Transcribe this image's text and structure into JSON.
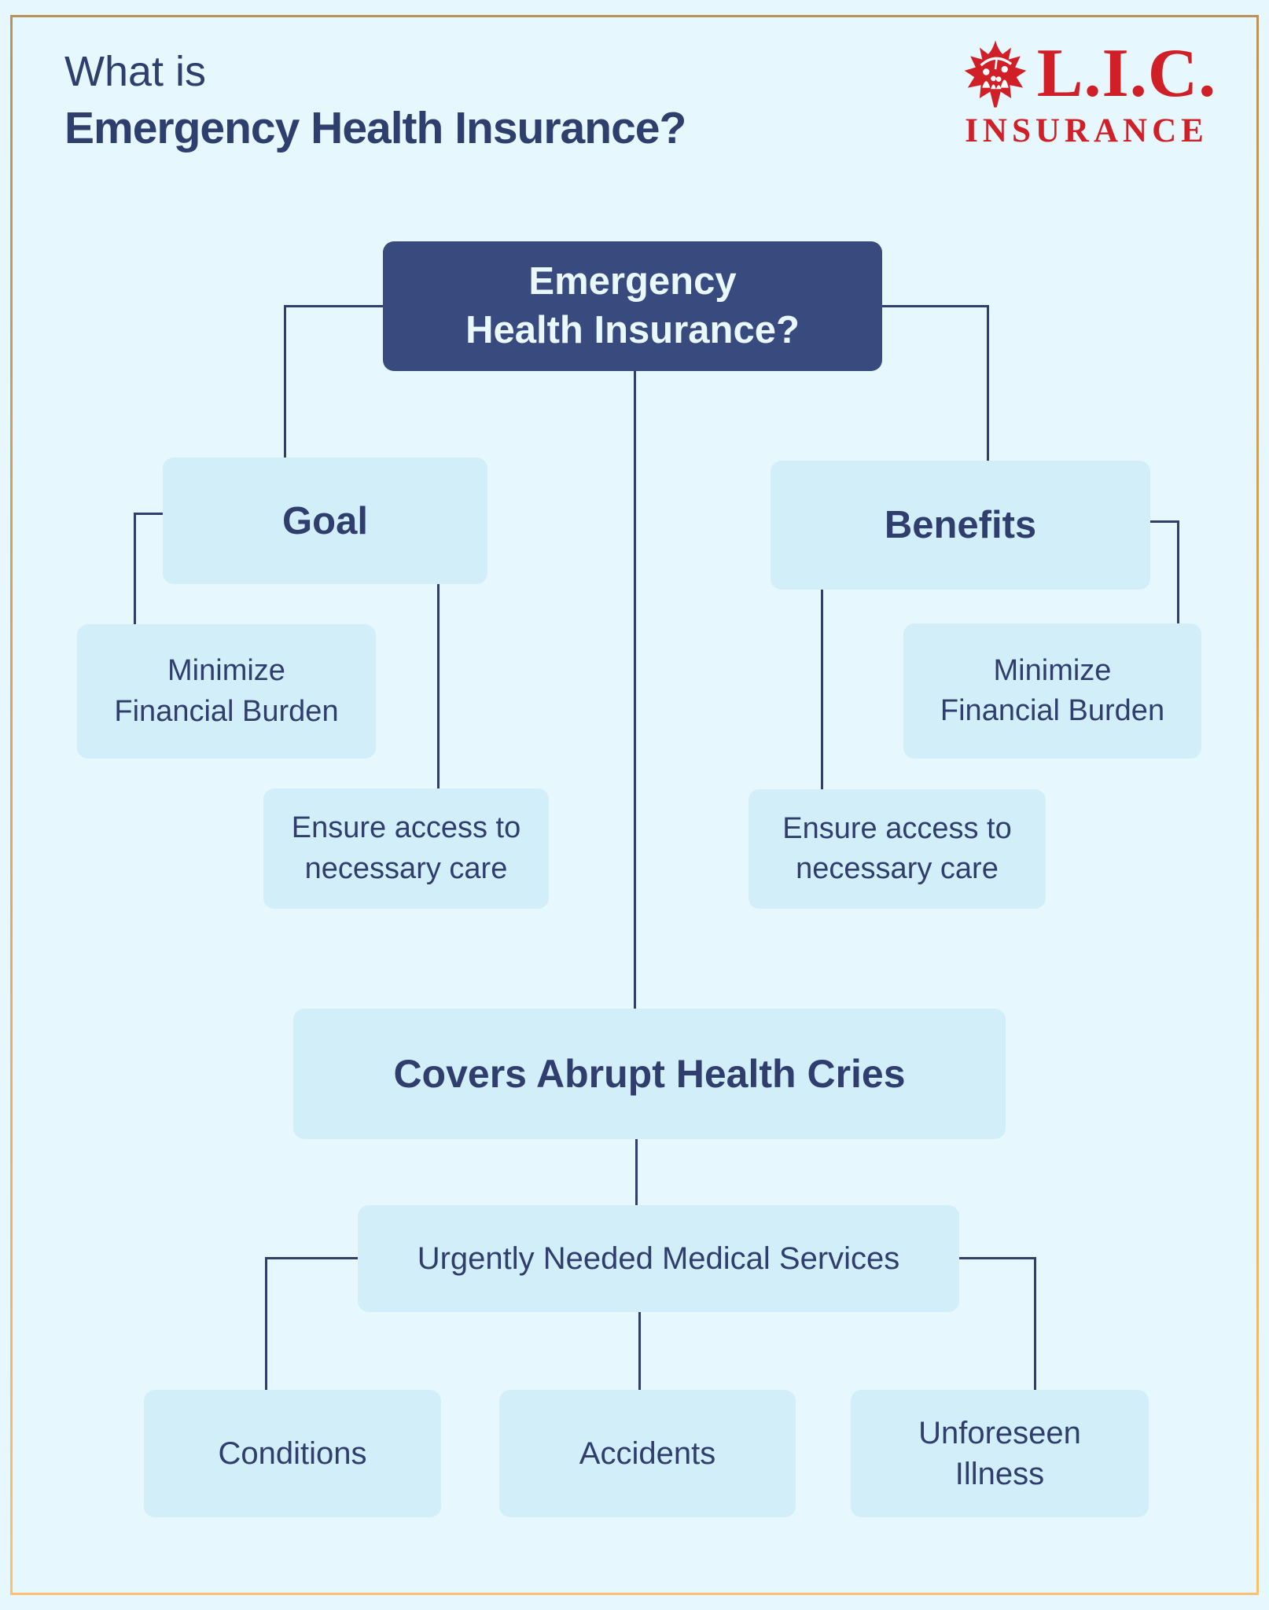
{
  "header": {
    "title_line1": "What is",
    "title_line2": "Emergency Health Insurance?"
  },
  "logo": {
    "acronym": "L.I.C.",
    "word": "INSURANCE",
    "icon": "maple-leaf-family-icon",
    "color": "#d01f27"
  },
  "colors": {
    "background": "#e6f7fd",
    "node_light": "#d2eef9",
    "node_dark": "#394b7e",
    "text_navy": "#2f3e6d",
    "connector": "#2f3e6d",
    "frame_gold_top": "#bb9356",
    "frame_gold_bottom": "#f9c171"
  },
  "diagram": {
    "root": {
      "label": "Emergency\nHealth Insurance?"
    },
    "goal": {
      "label": "Goal"
    },
    "benefits": {
      "label": "Benefits"
    },
    "goal_children": [
      {
        "label": "Minimize\nFinancial Burden"
      },
      {
        "label": "Ensure access to\nnecessary care"
      }
    ],
    "benefits_children": [
      {
        "label": "Minimize\nFinancial Burden"
      },
      {
        "label": "Ensure access to\nnecessary care"
      }
    ],
    "covers": {
      "label": "Covers Abrupt Health Cries"
    },
    "urgent": {
      "label": "Urgently Needed Medical Services"
    },
    "urgent_children": [
      {
        "label": "Conditions"
      },
      {
        "label": "Accidents"
      },
      {
        "label": "Unforeseen\nIllness"
      }
    ]
  }
}
